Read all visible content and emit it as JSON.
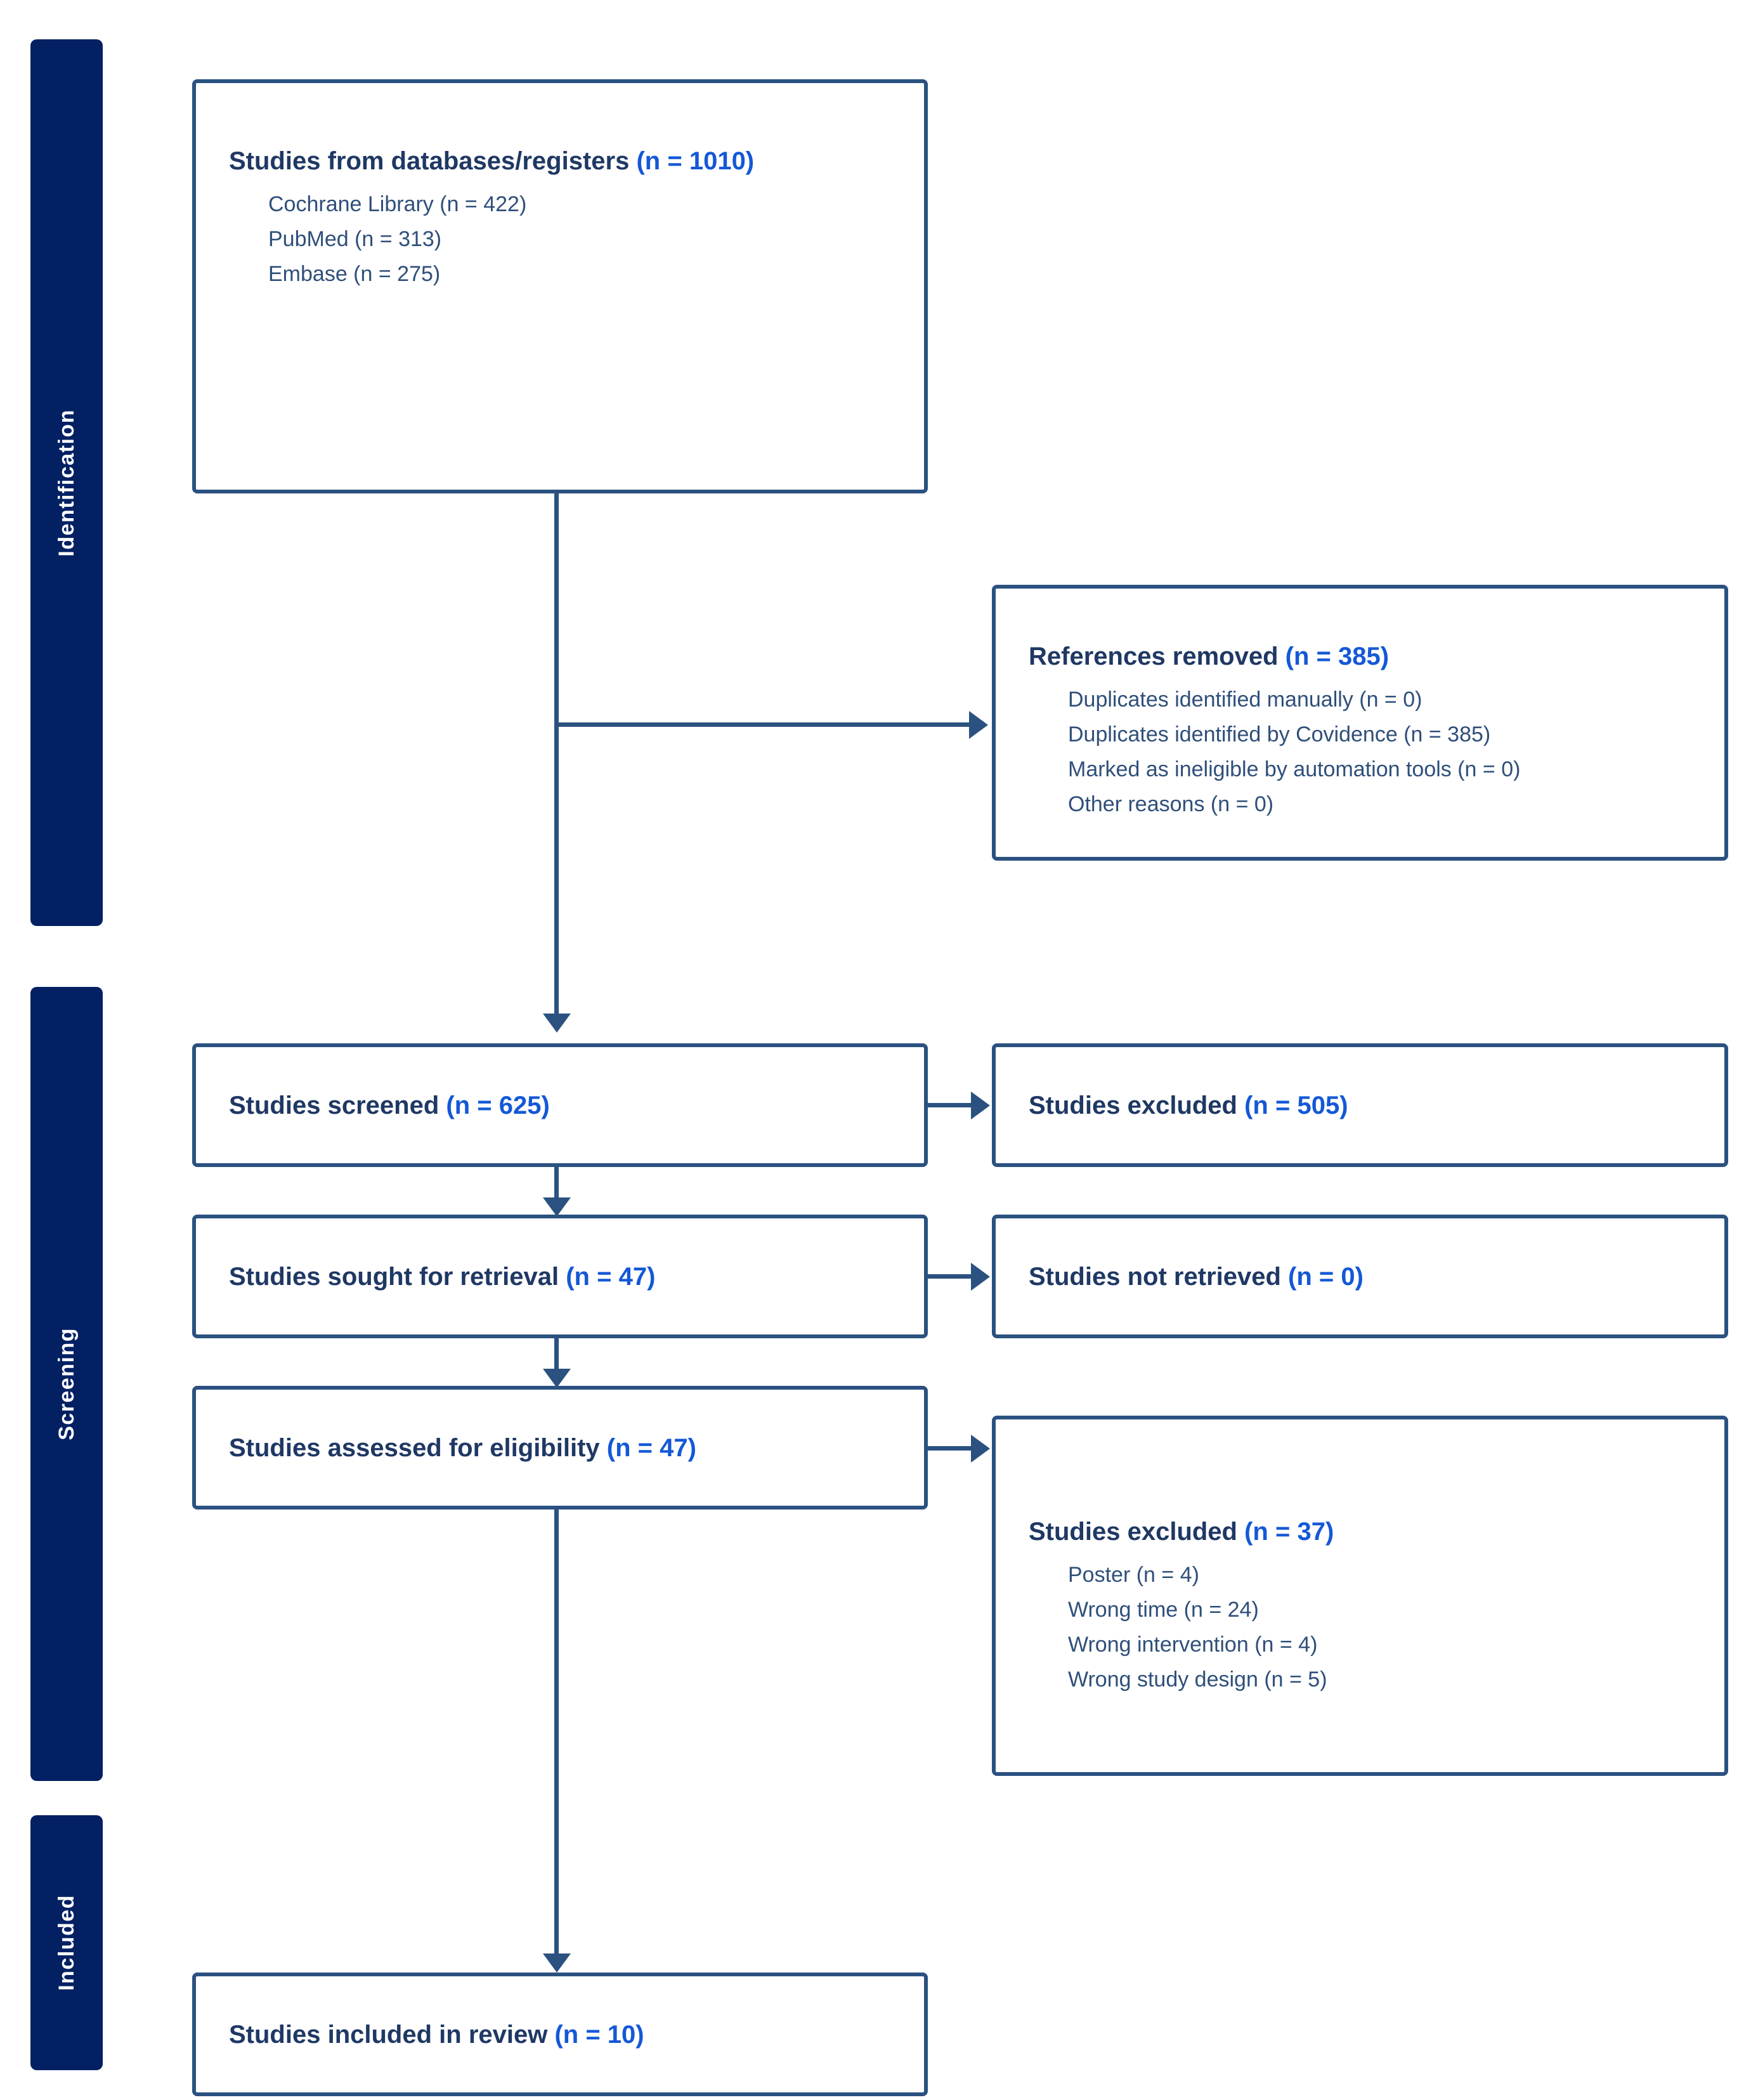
{
  "diagram": {
    "type": "prisma-flow-diagram",
    "colors": {
      "stage_band": "#032063",
      "box_border": "#2b5180",
      "title_text": "#1f3864",
      "count_text": "#1458d6",
      "sub_text": "#2f4f7a",
      "background": "#ffffff"
    }
  },
  "stages": [
    {
      "id": "identification",
      "label": "Identification"
    },
    {
      "id": "screening",
      "label": "Screening"
    },
    {
      "id": "included",
      "label": "Included"
    }
  ],
  "boxes": {
    "databases": {
      "title": "Studies from databases/registers",
      "count": "(n = 1010)",
      "items": [
        "Cochrane Library (n = 422)",
        "PubMed (n = 313)",
        "Embase (n = 275)"
      ]
    },
    "references_removed": {
      "title": "References removed",
      "count": "(n = 385)",
      "items": [
        "Duplicates identified manually (n = 0)",
        "Duplicates identified by Covidence (n = 385)",
        "Marked as ineligible by automation tools (n = 0)",
        "Other reasons (n = 0)"
      ]
    },
    "studies_screened": {
      "title": "Studies screened",
      "count": "(n = 625)",
      "items": []
    },
    "studies_excluded_screening": {
      "title": "Studies excluded",
      "count": "(n = 505)",
      "items": []
    },
    "sought_retrieval": {
      "title": "Studies sought for retrieval",
      "count": "(n = 47)",
      "items": []
    },
    "not_retrieved": {
      "title": "Studies not retrieved",
      "count": "(n = 0)",
      "items": []
    },
    "assessed_eligibility": {
      "title": "Studies assessed for eligibility",
      "count": "(n = 47)",
      "items": []
    },
    "studies_excluded_eligibility": {
      "title": "Studies excluded",
      "count": "(n = 37)",
      "items": [
        "Poster (n = 4)",
        "Wrong time (n = 24)",
        "Wrong intervention (n = 4)",
        "Wrong study design (n = 5)"
      ]
    },
    "included_in_review": {
      "title": "Studies included in review",
      "count": "(n = 10)",
      "items": []
    }
  },
  "chart_data": {
    "type": "diagram",
    "title": "PRISMA flow diagram",
    "nodes": [
      {
        "id": "databases",
        "stage": "Identification",
        "label": "Studies from databases/registers",
        "n": 1010,
        "breakdown": [
          {
            "label": "Cochrane Library",
            "n": 422
          },
          {
            "label": "PubMed",
            "n": 313
          },
          {
            "label": "Embase",
            "n": 275
          }
        ]
      },
      {
        "id": "references_removed",
        "stage": "Identification",
        "label": "References removed",
        "n": 385,
        "breakdown": [
          {
            "label": "Duplicates identified manually",
            "n": 0
          },
          {
            "label": "Duplicates identified by Covidence",
            "n": 385
          },
          {
            "label": "Marked as ineligible by automation tools",
            "n": 0
          },
          {
            "label": "Other reasons",
            "n": 0
          }
        ]
      },
      {
        "id": "studies_screened",
        "stage": "Screening",
        "label": "Studies screened",
        "n": 625
      },
      {
        "id": "studies_excluded_screening",
        "stage": "Screening",
        "label": "Studies excluded",
        "n": 505
      },
      {
        "id": "sought_retrieval",
        "stage": "Screening",
        "label": "Studies sought for retrieval",
        "n": 47
      },
      {
        "id": "not_retrieved",
        "stage": "Screening",
        "label": "Studies not retrieved",
        "n": 0
      },
      {
        "id": "assessed_eligibility",
        "stage": "Screening",
        "label": "Studies assessed for eligibility",
        "n": 47
      },
      {
        "id": "studies_excluded_eligibility",
        "stage": "Screening",
        "label": "Studies excluded",
        "n": 37,
        "breakdown": [
          {
            "label": "Poster",
            "n": 4
          },
          {
            "label": "Wrong time",
            "n": 24
          },
          {
            "label": "Wrong intervention",
            "n": 4
          },
          {
            "label": "Wrong study design",
            "n": 5
          }
        ]
      },
      {
        "id": "included_in_review",
        "stage": "Included",
        "label": "Studies included in review",
        "n": 10
      }
    ],
    "edges": [
      {
        "from": "databases",
        "to": "references_removed"
      },
      {
        "from": "databases",
        "to": "studies_screened"
      },
      {
        "from": "studies_screened",
        "to": "studies_excluded_screening"
      },
      {
        "from": "studies_screened",
        "to": "sought_retrieval"
      },
      {
        "from": "sought_retrieval",
        "to": "not_retrieved"
      },
      {
        "from": "sought_retrieval",
        "to": "assessed_eligibility"
      },
      {
        "from": "assessed_eligibility",
        "to": "studies_excluded_eligibility"
      },
      {
        "from": "assessed_eligibility",
        "to": "included_in_review"
      }
    ]
  }
}
